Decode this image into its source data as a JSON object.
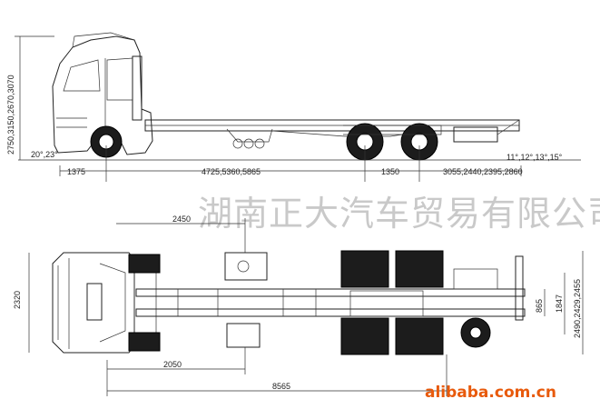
{
  "watermark": {
    "text": "湖南正大汽车贸易有限公司"
  },
  "brand": {
    "text": "alibaba.com.cn",
    "color": "#e85a0c"
  },
  "side_view": {
    "height_dim": "2750,3150,2670,3070",
    "approach_angle": "20°,23°",
    "front_overhang": "1375",
    "wheelbase": "4725,5360,5865",
    "axle_spacing": "1350",
    "rear_overhang": "3055,2440,2395,2860",
    "departure_angle": "11°,12°,13°,15°"
  },
  "top_view": {
    "width": "2320",
    "tank_offset": "2450",
    "battery_offset": "2050",
    "total_length": "8565",
    "frame_width": "865",
    "track_width": "1847",
    "rear_width": "2490,2429,2455"
  }
}
